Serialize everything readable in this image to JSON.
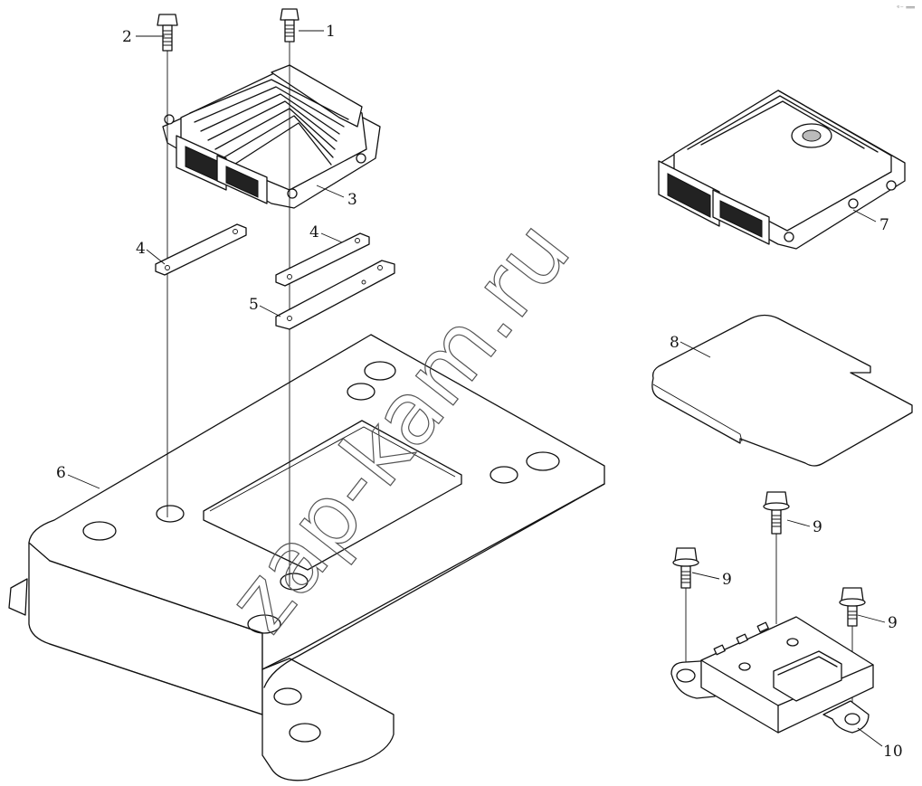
{
  "watermark": "zap-kam.ru",
  "corner_mark": "ᵉ⁻ ══",
  "callouts": [
    {
      "id": "c1",
      "text": "1"
    },
    {
      "id": "c2",
      "text": "2"
    },
    {
      "id": "c3",
      "text": "3"
    },
    {
      "id": "c4a",
      "text": "4"
    },
    {
      "id": "c4b",
      "text": "4"
    },
    {
      "id": "c5",
      "text": "5"
    },
    {
      "id": "c6",
      "text": "6"
    },
    {
      "id": "c7",
      "text": "7"
    },
    {
      "id": "c8",
      "text": "8"
    },
    {
      "id": "c9a",
      "text": "9"
    },
    {
      "id": "c9b",
      "text": "9"
    },
    {
      "id": "c9c",
      "text": "9"
    },
    {
      "id": "c10",
      "text": "10"
    }
  ]
}
